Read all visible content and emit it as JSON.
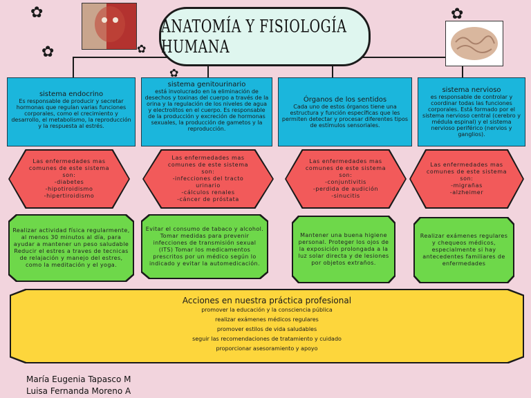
{
  "title": "ANATOMÍA Y FISIOLOGÍA HUMANA",
  "images": {
    "left": "anatomy-face-image",
    "right": "brain-image"
  },
  "systems": [
    {
      "heading": "sistema endocrino",
      "text": "Es responsable de producir y secretar hormonas que regulan varias funciones corporales, como el crecimiento y desarrollo, el metabolismo, la reproducción y la respuesta al estrés.",
      "diseases": [
        "Las enfermedades mas comunes de este sistema son:",
        "-diabetes",
        "-hipotiroidismo",
        "-hipertiroidismo"
      ],
      "actions": "Realizar actividad física regularmente, al menos 30 minutos al día, para ayudar a mantener un peso saludable Reducir el estres a traves de tecnicas de relajación y manejo del estres, como la meditación y el yoga."
    },
    {
      "heading": "sistema genitourinario",
      "text": "está involucrado en la eliminación de desechos y toxinas del cuerpo a través de la orina y la regulación de los niveles de agua y electrolitos en el cuerpo. Es responsable de la producción y excreción de hormonas sexuales, la producción de gametos y la reproducción.",
      "diseases": [
        "Las enfermedades mas comunes de este sistema son:",
        "-infecciones del tracto urinario",
        "-cálculos renales",
        "-cáncer de próstata"
      ],
      "actions": "Evitar el consumo de tabaco y alcohol. Tomar medidas para prevenir infecciones de transmisión sexual (ITS) Tomar los medicamentos prescritos por un médico según lo indicado y evitar la automedicación."
    },
    {
      "heading": "Órganos de los sentidos",
      "text": "Cada uno de estos órganos tiene una estructura y función específicas que les permiten detectar y procesar diferentes tipos de estímulos sensoriales.",
      "diseases": [
        "Las enfermedades mas comunes de este sistema son:",
        "-conjuntivitis",
        "-perdida de audición",
        "-sinucitis"
      ],
      "actions": "Mantener una buena higiene personal. Proteger los ojos de la exposición prolongada a la luz solar directa y de lesiones por objetos extraños."
    },
    {
      "heading": "sistema nervioso",
      "text": "es responsable de controlar y coordinar todas las funciones corporales. Está formado por el sistema nervioso central (cerebro y médula espinal) y el sistema nervioso periférico (nervios y ganglios).",
      "diseases": [
        "Las enfermedades mas comunes de este sistema son:",
        "-migrañas",
        "-alzheimer"
      ],
      "actions": "Realizar exámenes regulares y chequeos médicos, especialmente si hay antecedentes familiares de enfermedades"
    }
  ],
  "practice": {
    "heading": "Acciones en nuestra práctica profesional",
    "lines": [
      "promover la educación y la consciencia pública",
      "realizar exámenes médicos regulares",
      "promover estilos de vida saludables",
      "seguir las recomendaciones de tratamiento y cuidado",
      "proporcionar asesoramiento y apoyo"
    ]
  },
  "authors": [
    "María Eugenia Tapasco M",
    "Luisa Fernanda Moreno A"
  ]
}
